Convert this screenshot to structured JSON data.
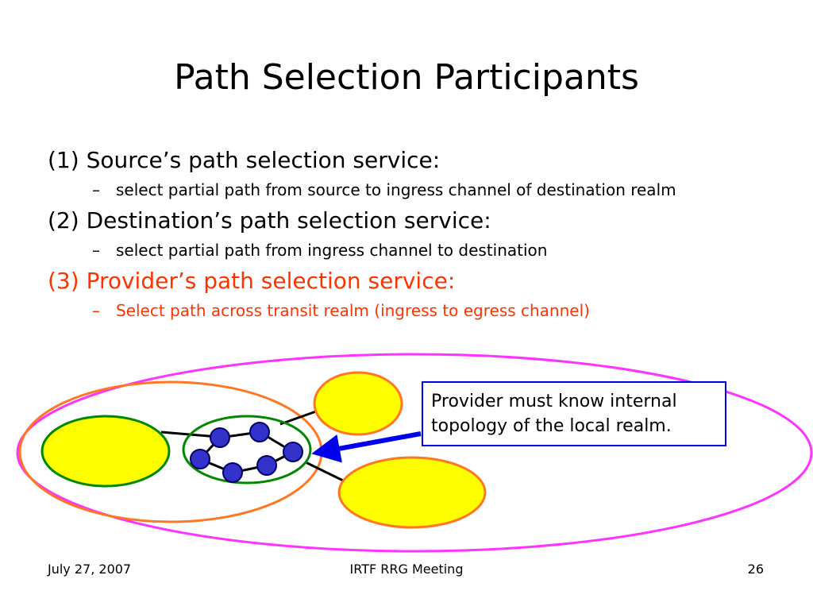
{
  "slide": {
    "title": "Path Selection Participants",
    "bullets": [
      {
        "text": "(1) Source’s path selection service:",
        "sub": "select partial path from source to ingress channel of destination realm",
        "color": "#000000"
      },
      {
        "text": "(2) Destination’s path selection service:",
        "sub": "select partial path from ingress channel to destination",
        "color": "#000000"
      },
      {
        "text": "(3) Provider’s path selection service:",
        "sub": "Select path across transit realm (ingress to egress channel)",
        "color": "#ff3300"
      }
    ],
    "dash": "–"
  },
  "diagram": {
    "callout_text": "Provider must know internal topology of the local realm.",
    "colors": {
      "outer_realm": "#ff33ff",
      "provider_realm": "#ff7722",
      "node_realm": "#008800",
      "node_fill": "#3333cc",
      "yellow": "#ffff00",
      "arrow": "#0000ee"
    }
  },
  "footer": {
    "date": "July 27, 2007",
    "meeting": "IRTF RRG Meeting",
    "page": "26"
  }
}
